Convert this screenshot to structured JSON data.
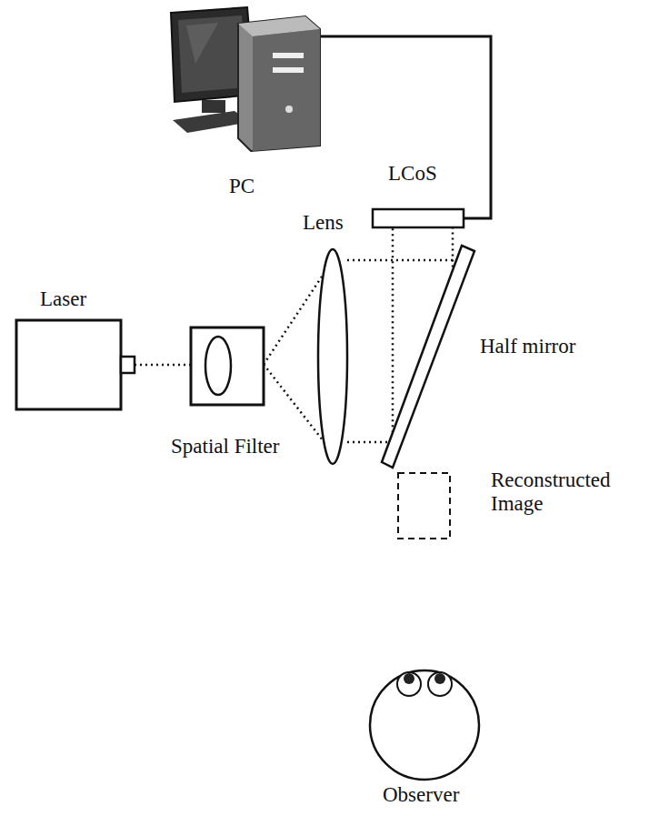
{
  "diagram": {
    "nodes": [
      {
        "text": [
          "PC"
        ]
      },
      {
        "text": [
          "LCoS"
        ]
      },
      {
        "text": [
          "Lens"
        ]
      },
      {
        "text": [
          "Laser"
        ]
      },
      {
        "text": [
          "Half mirror"
        ]
      },
      {
        "text": [
          "Spatial Filter"
        ]
      },
      {
        "text": [
          "Reconstructed Image"
        ]
      },
      {
        "text": [
          "Observer"
        ]
      }
    ],
    "edges": [
      {
        "from": 0,
        "to": 1,
        "arrow": "none"
      },
      {
        "from": 3,
        "to": 5,
        "arrow": "none"
      },
      {
        "from": 5,
        "to": 2,
        "arrow": "none"
      },
      {
        "from": 2,
        "to": 4,
        "arrow": "none"
      },
      {
        "from": 4,
        "to": 1,
        "arrow": "none"
      }
    ]
  }
}
